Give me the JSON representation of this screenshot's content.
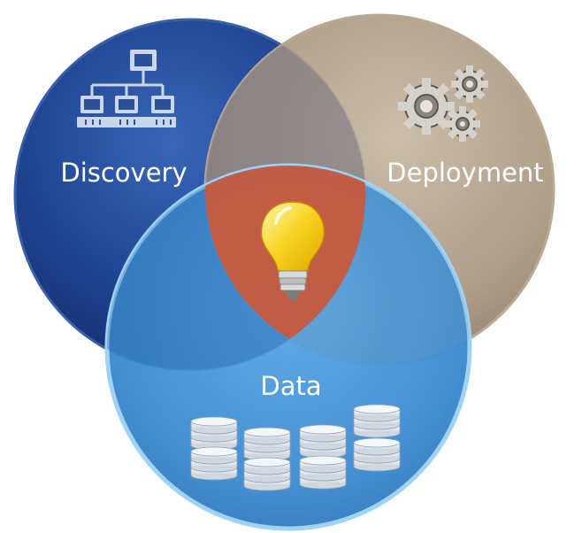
{
  "diagram": {
    "circles": [
      {
        "id": "discovery",
        "label": "Discovery",
        "icon": "network-hierarchy-icon",
        "color": "#1e3f8c"
      },
      {
        "id": "deployment",
        "label": "Deployment",
        "icon": "gears-icon",
        "color": "#a7957f"
      },
      {
        "id": "data",
        "label": "Data",
        "icon": "database-stack-icon",
        "color": "#3e8fd2"
      }
    ],
    "center": {
      "icon": "lightbulb-icon",
      "color": "#c75a3e"
    }
  }
}
